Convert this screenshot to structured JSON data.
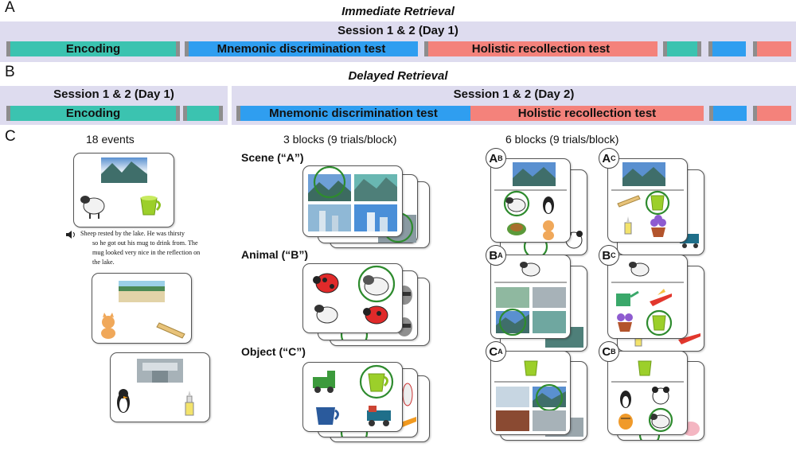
{
  "panel_a": {
    "letter": "A",
    "title": "Immediate Retrieval",
    "session_label": "Session 1 & 2 (Day 1)",
    "encoding": "Encoding",
    "mnemonic": "Mnemonic discrimination test",
    "holistic": "Holistic recollection test"
  },
  "panel_b": {
    "letter": "B",
    "title": "Delayed Retrieval",
    "session_left": "Session 1 & 2 (Day 1)",
    "session_right": "Session 1 & 2 (Day 2)",
    "encoding": "Encoding",
    "mnemonic": "Mnemonic discrimination test",
    "holistic": "Holistic recollection test"
  },
  "panel_c": {
    "letter": "C",
    "col1_header": "18 events",
    "col2_header": "3 blocks (9 trials/block)",
    "col3_header": "6 blocks (9 trials/block)",
    "story_lines": [
      "Sheep rested by the lake. He was thirsty",
      "so he got out his mug to drink from. The",
      "mug looked very nice in the reflection on",
      "the lake."
    ],
    "block_scene": "Scene (“A”)",
    "block_animal": "Animal (“B”)",
    "block_object": "Object (“C”)",
    "badges": [
      {
        "main": "A",
        "sub": "B"
      },
      {
        "main": "A",
        "sub": "C"
      },
      {
        "main": "B",
        "sub": "A"
      },
      {
        "main": "B",
        "sub": "C"
      },
      {
        "main": "C",
        "sub": "A"
      },
      {
        "main": "C",
        "sub": "B"
      }
    ]
  },
  "colors": {
    "band": "#dedcef",
    "encoding": "#3bc3b0",
    "mnemonic": "#2f9ef0",
    "holistic": "#f4827b",
    "cap": "#8d8d8d",
    "target_circle": "#2e8b2e"
  }
}
